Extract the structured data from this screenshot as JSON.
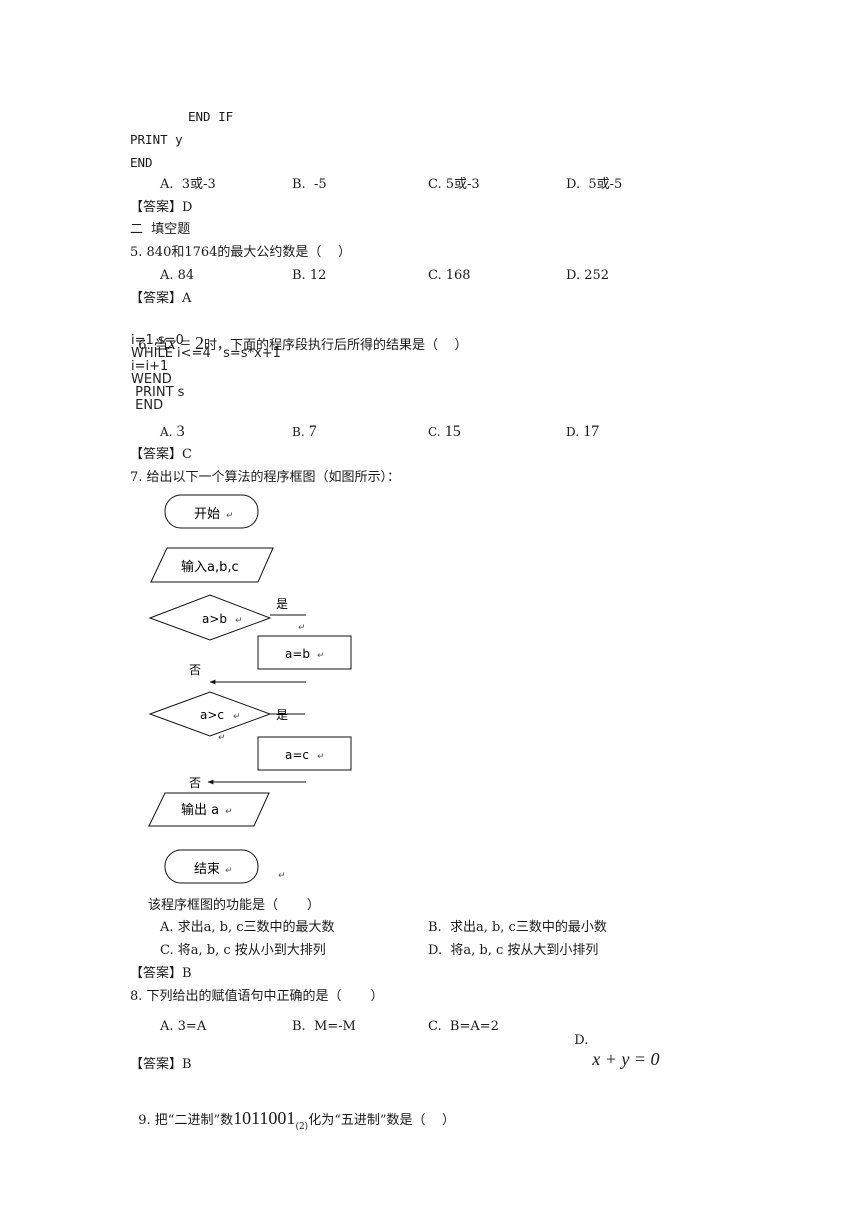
{
  "code_tail": [
    "END IF",
    "PRINT y",
    "END"
  ],
  "q4": {
    "options": [
      "A.  3或-3",
      "B.  -5",
      "C. 5或-3",
      "D.  5或-5"
    ],
    "answer": "【答案】D"
  },
  "section2": "二  填空题",
  "q5": {
    "stem": "5. 840和1764的最大公约数是（    ）",
    "options": [
      "A. 84",
      "B. 12",
      "C. 168",
      "D. 252"
    ],
    "answer": "【答案】A"
  },
  "q6": {
    "stem_pre": "6. 当",
    "x_var": "x",
    "eq": " = 2",
    "stem_post": "时，下面的程序段执行后所得的结果是（    ）",
    "code_lines": [
      "i=1,s=0",
      "WHILE i<=4   s=s*x+1",
      "i=i+1",
      "WEND",
      " PRINT s",
      " END"
    ],
    "opt_labels": [
      "A.",
      "B.",
      "C.",
      "D."
    ],
    "opt_values": [
      "3",
      "7",
      "15",
      "17"
    ],
    "answer": "【答案】C"
  },
  "q7": {
    "stem": "7. 给出以下一个算法的程序框图（如图所示）：",
    "flow": {
      "start": "开始",
      "input": "输入a,b,c",
      "cond1": "a>b",
      "yes1": "是",
      "assign1": "a=b",
      "no1": "否",
      "cond2": "a>c",
      "yes2": "是",
      "assign2": "a=c",
      "no2": "否",
      "output": "输出 a",
      "end": "结束",
      "mark": "↵"
    },
    "question": "该程序框图的功能是（       ）",
    "options": [
      "A. 求出a, b, c三数中的最大数",
      "B.  求出a, b, c三数中的最小数",
      "C. 将a, b, c 按从小到大排列",
      "D.  将a, b, c 按从大到小排列"
    ],
    "answer": "【答案】B"
  },
  "q8": {
    "stem": "8. 下列给出的赋值语句中正确的是（       ）",
    "options": [
      "A. 3=A",
      "B.  M=-M",
      "C.  B=A=2",
      "D."
    ],
    "math_d": "x + y = 0",
    "answer": "【答案】B"
  },
  "q9": {
    "stem_pre": "9. 把“二进制”数",
    "number": "1011001",
    "base": "(2)",
    "stem_post": "化为“五进制”数是（    ）"
  }
}
